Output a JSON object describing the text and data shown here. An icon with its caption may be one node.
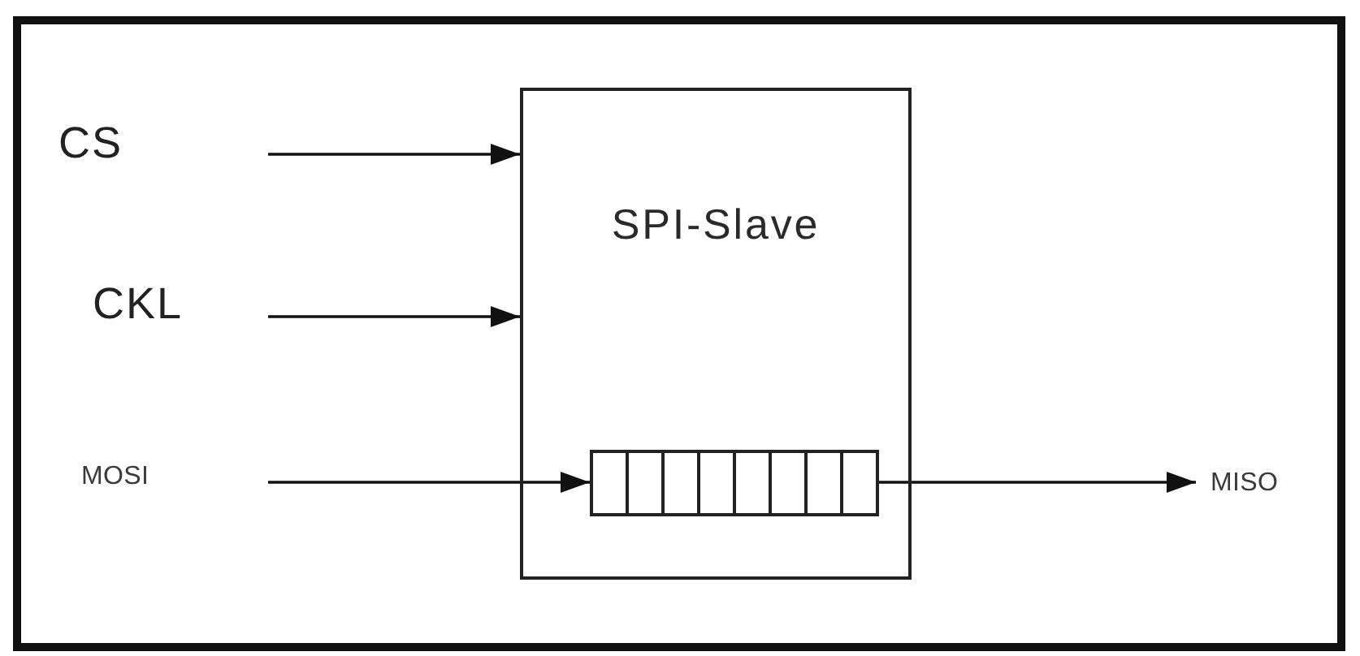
{
  "diagram": {
    "nodes": [
      {
        "text": [
          "SPI-Slave"
        ]
      },
      {
        "text": [],
        "shape": "box",
        "in": 0
      },
      {
        "text": [
          "MISO"
        ]
      }
    ],
    "edges": [
      {
        "from": null,
        "to": 0,
        "arrow": "to"
      },
      {
        "from": null,
        "to": 0,
        "arrow": "to"
      },
      {
        "from": null,
        "to": 1,
        "arrow": "to"
      },
      {
        "from": 1,
        "to": 2,
        "arrow": "to"
      }
    ],
    "labels": [
      "CS",
      "CKL",
      "MOSI"
    ]
  }
}
